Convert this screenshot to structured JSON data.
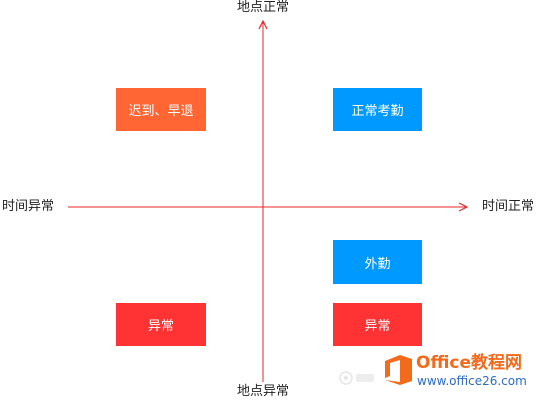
{
  "axes": {
    "top_label": "地点正常",
    "bottom_label": "地点异常",
    "left_label": "时间异常",
    "right_label": "时间正常",
    "axis_color": "#e8262a"
  },
  "quadrant_boxes": [
    {
      "label": "迟到、早退",
      "color": "#ff6633"
    },
    {
      "label": "正常考勤",
      "color": "#0099ff"
    },
    {
      "label": "外勤",
      "color": "#0099ff"
    },
    {
      "label": "异常",
      "color": "#ff3333"
    },
    {
      "label": "异常",
      "color": "#ff3333"
    }
  ],
  "watermark": {
    "brand_text": "Office教程网",
    "url_text": "www.office26.com",
    "logo_icon": "office-logo-icon",
    "brand_color": "#f26b1d",
    "url_color": "#2e6cc4"
  }
}
